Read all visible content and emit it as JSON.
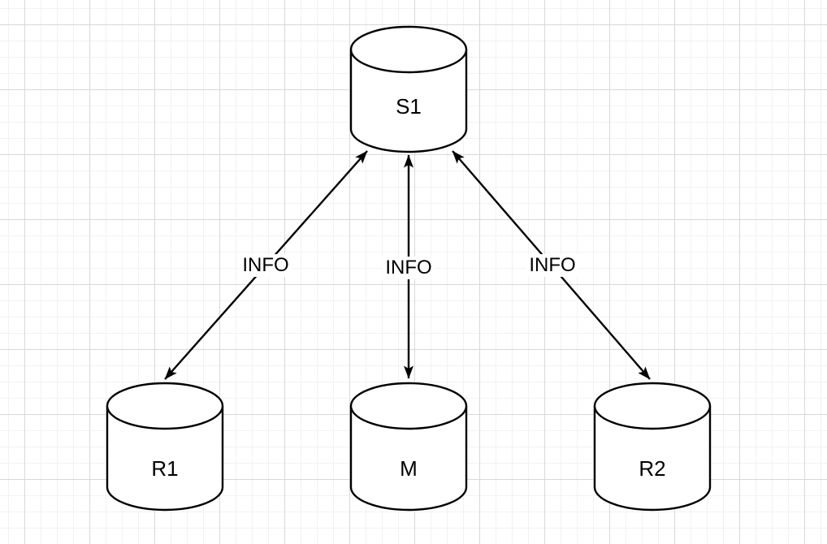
{
  "diagram": {
    "kind": "database-topology",
    "background_color": "#ffffff",
    "grid_minor_color": "#f2f2f2",
    "grid_major_color": "#d8d8d8",
    "stroke_color": "#000000",
    "text_color": "#000000"
  },
  "nodes": [
    {
      "id": "S1",
      "label": "S1",
      "shape": "cylinder"
    },
    {
      "id": "R1",
      "label": "R1",
      "shape": "cylinder"
    },
    {
      "id": "M",
      "label": "M",
      "shape": "cylinder"
    },
    {
      "id": "R2",
      "label": "R2",
      "shape": "cylinder"
    }
  ],
  "edges": [
    {
      "from": "S1",
      "to": "R1",
      "label": "INFO",
      "direction": "bidirectional"
    },
    {
      "from": "S1",
      "to": "M",
      "label": "INFO",
      "direction": "bidirectional"
    },
    {
      "from": "S1",
      "to": "R2",
      "label": "INFO",
      "direction": "bidirectional"
    }
  ]
}
